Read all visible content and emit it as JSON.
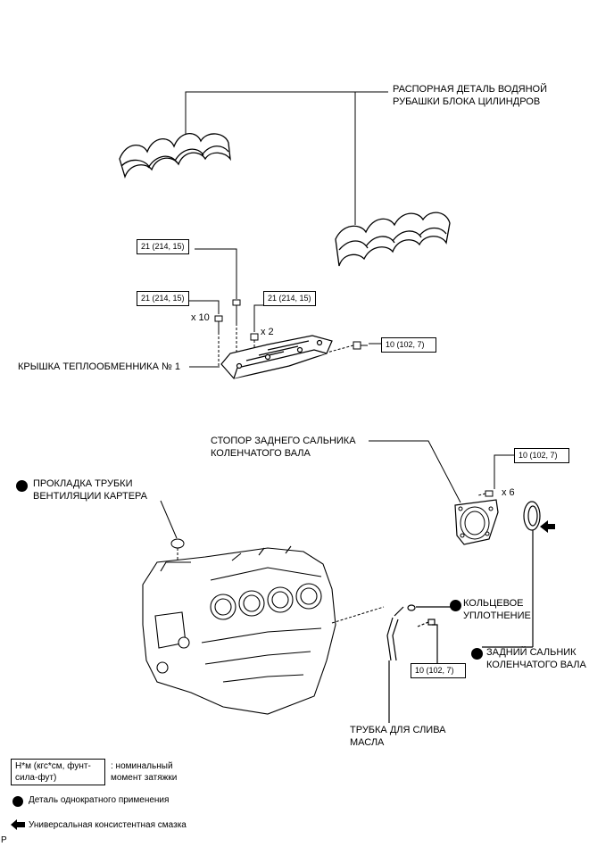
{
  "labels": {
    "spacer": [
      "РАСПОРНАЯ ДЕТАЛЬ ВОДЯНОЙ",
      "РУБАШКИ БЛОКА ЦИЛИНДРОВ"
    ],
    "cover": "КРЫШКА ТЕПЛООБМЕННИКА № 1",
    "retainer": [
      "СТОПОР ЗАДНЕГО САЛЬНИКА",
      "КОЛЕНЧАТОГО ВАЛА"
    ],
    "gasket": [
      "ПРОКЛАДКА ТРУБКИ",
      "ВЕНТИЛЯЦИИ КАРТЕРА"
    ],
    "oring": [
      "КОЛЬЦЕВОЕ",
      "УПЛОТНЕНИЕ"
    ],
    "rear_seal": [
      "ЗАДНИЙ САЛЬНИК",
      "КОЛЕНЧАТОГО ВАЛА"
    ],
    "drain_pipe": [
      "ТРУБКА ДЛЯ СЛИВА",
      "МАСЛА"
    ]
  },
  "torques": {
    "t1": "21 (214, 15)",
    "t2": "21 (214, 15)",
    "t3": "21 (214, 15)",
    "t4": "10 (102, 7)",
    "t5": "10 (102, 7)",
    "t6": "10 (102, 7)"
  },
  "quantities": {
    "x10": "x 10",
    "x2": "x 2",
    "x6": "x 6"
  },
  "legend": {
    "torque_box": [
      "Н*м (кгс*см, фунт-",
      "сила-фут)"
    ],
    "torque_desc": [
      ": номинальный",
      "момент затяжки"
    ],
    "non_reusable": "Деталь однократного применения",
    "grease": "Универсальная консистентная смазка"
  },
  "corner_mark": "P"
}
